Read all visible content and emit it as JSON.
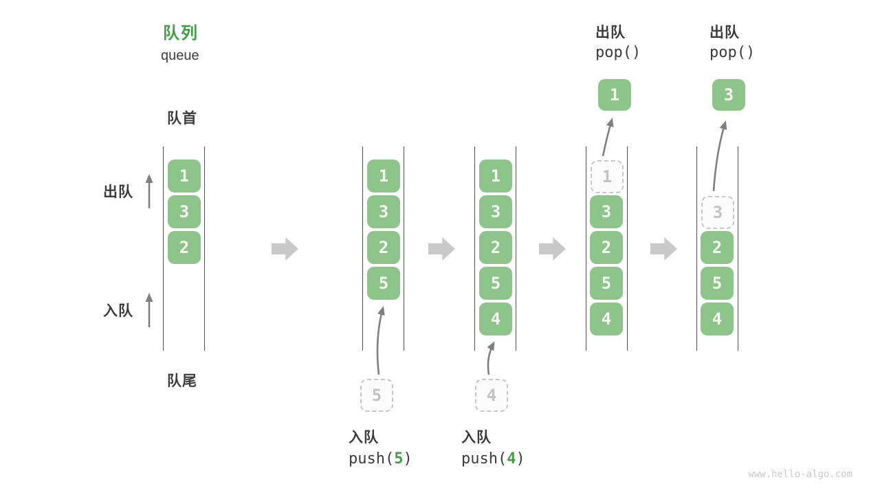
{
  "title": {
    "zh": "队列",
    "en": "queue"
  },
  "labels": {
    "front": "队首",
    "rear": "队尾",
    "dequeue_side": "出队",
    "enqueue_side": "入队"
  },
  "colors": {
    "accent_green": "#3da044",
    "cell_green": "#8cc489",
    "block_arrow_gray": "#c9c9c9",
    "thin_arrow_gray": "#7f7f7f",
    "tube_line_gray": "#4f4f4f",
    "ghost_border_gray": "#c8c8c8",
    "label_dark": "#3b3b3b"
  },
  "watermark": "www.hello-algo.com",
  "stages": [
    {
      "cells": [
        "1",
        "3",
        "2"
      ]
    },
    {
      "cells": [
        "1",
        "3",
        "2",
        "5"
      ],
      "ghost": "5",
      "op": {
        "zh": "入队",
        "fn_open": "push(",
        "arg": "5",
        "fn_close": ")"
      }
    },
    {
      "cells": [
        "1",
        "3",
        "2",
        "5",
        "4"
      ],
      "ghost": "4",
      "op": {
        "zh": "入队",
        "fn_open": "push(",
        "arg": "4",
        "fn_close": ")"
      }
    },
    {
      "cells": [
        "3",
        "2",
        "5",
        "4"
      ],
      "ghost": "1",
      "pop": {
        "zh": "出队",
        "fn": "pop()",
        "value": "1"
      }
    },
    {
      "cells": [
        "2",
        "5",
        "4"
      ],
      "ghost": "3",
      "pop": {
        "zh": "出队",
        "fn": "pop()",
        "value": "3"
      }
    }
  ]
}
